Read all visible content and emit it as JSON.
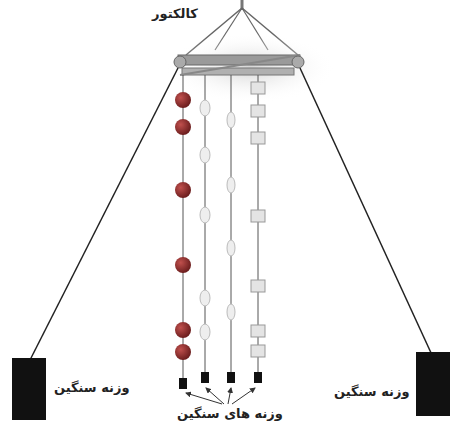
{
  "diagram": {
    "labels": [
      "کالکتور",
      "وزنه سنگین",
      "وزنه سنگین",
      "وزنه های سنگین"
    ]
  }
}
